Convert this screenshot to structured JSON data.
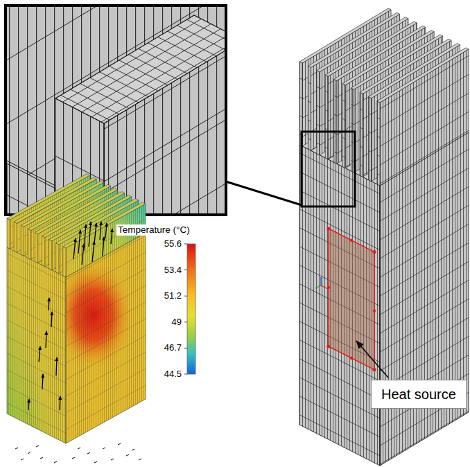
{
  "diagram": {
    "nodes": [
      {
        "text": [
          "Heat source"
        ]
      }
    ],
    "labels": [
      "Temperature (°C)",
      "55.6",
      "53.4",
      "51.2",
      "49",
      "46.7",
      "44.5"
    ]
  }
}
